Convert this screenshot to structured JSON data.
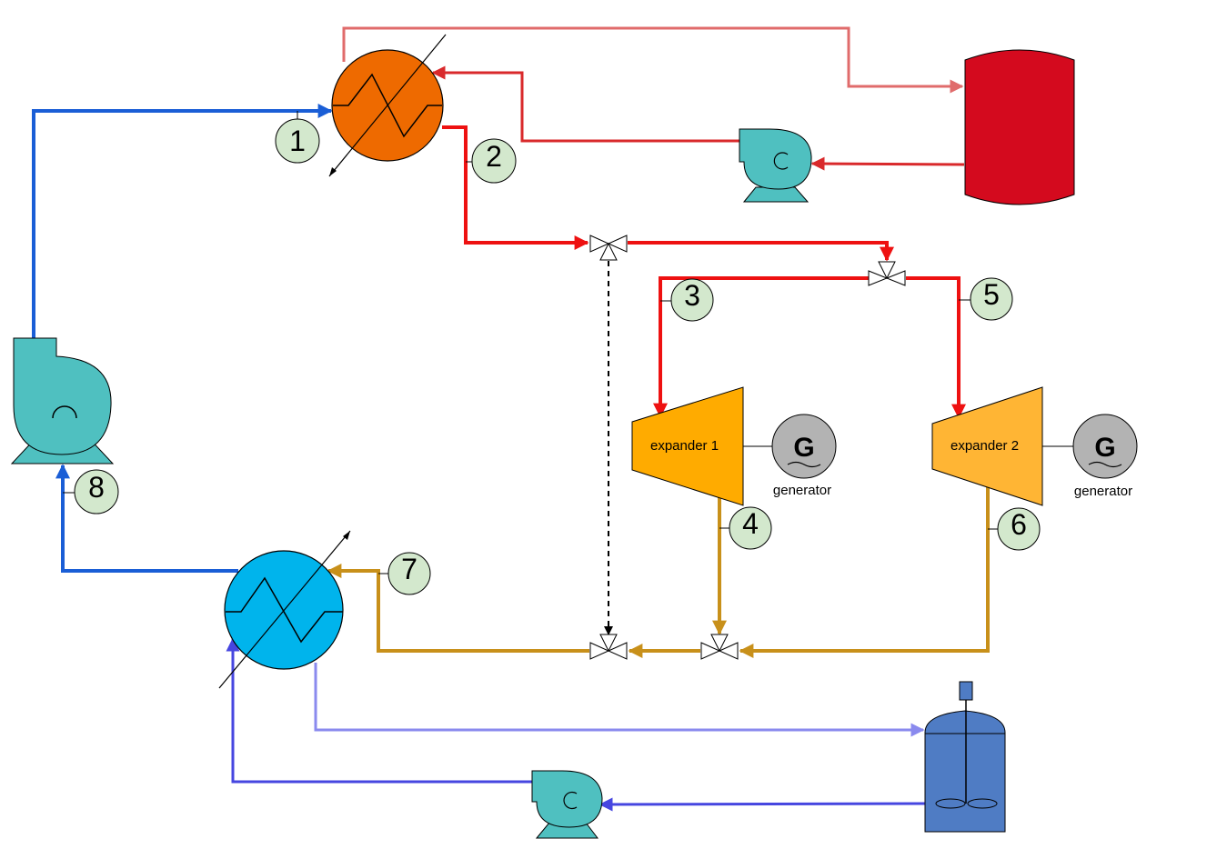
{
  "colors": {
    "hot_source": "#d40a1e",
    "hot_line": "#d9292b",
    "hot_return": "#e06b6b",
    "working_hot": "#ee1111",
    "working_exhaust": "#c8901a",
    "working_cold": "#1a5ed6",
    "cooling_supply": "#4646e0",
    "cooling_return": "#8a8aee",
    "evaporator": "#ee6a00",
    "condenser": "#00b4ec",
    "pump": "#4fc0c0",
    "expander1": "#ffab00",
    "expander2": "#ffb534",
    "generator": "#b3b3b3",
    "cooling_tank": "#4f7cc4",
    "state_marker": "#d3e8cd"
  },
  "states": [
    "1",
    "2",
    "3",
    "4",
    "5",
    "6",
    "7",
    "8"
  ],
  "expanders": [
    {
      "label": "expander 1",
      "generator_symbol": "G",
      "generator_label": "generator"
    },
    {
      "label": "expander 2",
      "generator_symbol": "G",
      "generator_label": "generator"
    }
  ],
  "icons": [
    "heat-exchanger-icon",
    "pump-icon",
    "three-way-valve-icon",
    "generator-icon",
    "tank-icon",
    "mixer-vessel-icon"
  ]
}
